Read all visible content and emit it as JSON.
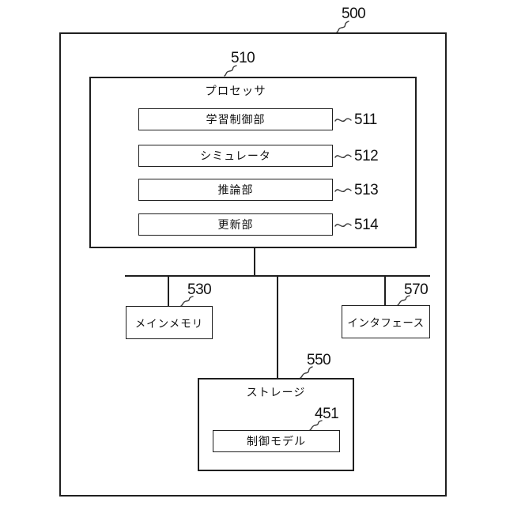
{
  "diagram": {
    "outer_ref": "500",
    "processor": {
      "ref": "510",
      "title": "プロセッサ",
      "units": [
        {
          "ref": "511",
          "label": "学習制御部"
        },
        {
          "ref": "512",
          "label": "シミュレータ"
        },
        {
          "ref": "513",
          "label": "推論部"
        },
        {
          "ref": "514",
          "label": "更新部"
        }
      ]
    },
    "main_memory": {
      "ref": "530",
      "label": "メインメモリ"
    },
    "interface": {
      "ref": "570",
      "label": "インタフェース"
    },
    "storage": {
      "ref": "550",
      "title": "ストレージ",
      "control_model": {
        "ref": "451",
        "label": "制御モデル"
      }
    },
    "colors": {
      "line": "#1f1f1f",
      "background": "#ffffff",
      "text": "#111111"
    }
  }
}
